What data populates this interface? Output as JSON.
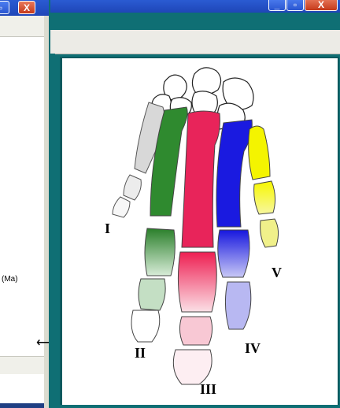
{
  "left_window": {
    "restore_glyph": "▫",
    "close_glyph": "X",
    "sidebar_text": "(Ma)"
  },
  "main_window": {
    "minimize_glyph": "_",
    "maximize_glyph": "▫",
    "close_glyph": "X"
  },
  "figure": {
    "labels": {
      "I": "I",
      "II": "II",
      "III": "III",
      "IV": "IV",
      "V": "V"
    },
    "colors": {
      "digit_I": "#d8d8d8",
      "digit_II": "#2f8a2f",
      "digit_III": "#e8245a",
      "digit_IV": "#1a1ae0",
      "digit_V": "#f4f400"
    }
  },
  "cursor": {
    "icon": "resize-horizontal-icon"
  }
}
